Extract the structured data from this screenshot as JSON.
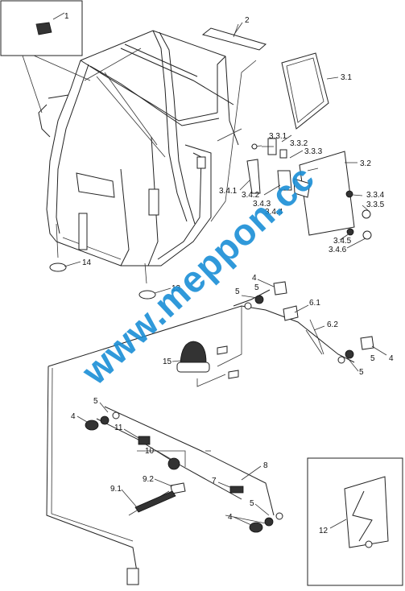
{
  "watermark": "www.meppon.cc",
  "labels": {
    "p1": "1",
    "p2": "2",
    "p3_1": "3.1",
    "p3_2": "3.2",
    "p3_3_1": "3.3.1",
    "p3_3_2": "3.3.2",
    "p3_3_3": "3.3.3",
    "p3_3_4": "3.3.4",
    "p3_3_5": "3.3.5",
    "p3_4_1": "3.4.1",
    "p3_4_2": "3.4.2",
    "p3_4_3": "3.4.3",
    "p3_4_4": "3.4.4",
    "p3_4_5": "3.4.5",
    "p3_4_6": "3.4.6",
    "p4_a": "4",
    "p4_b": "4",
    "p4_c": "4",
    "p4_d": "4",
    "p5_a": "5",
    "p5_b": "5",
    "p5_c": "5",
    "p5_d": "5",
    "p5_e": "5",
    "p5_f": "5",
    "p6_1": "6.1",
    "p6_2": "6.2",
    "p7": "7",
    "p8": "8",
    "p9_1": "9.1",
    "p9_2": "9.2",
    "p10": "10",
    "p11": "11",
    "p12": "12",
    "p13": "13",
    "p14": "14",
    "p15": "15"
  }
}
